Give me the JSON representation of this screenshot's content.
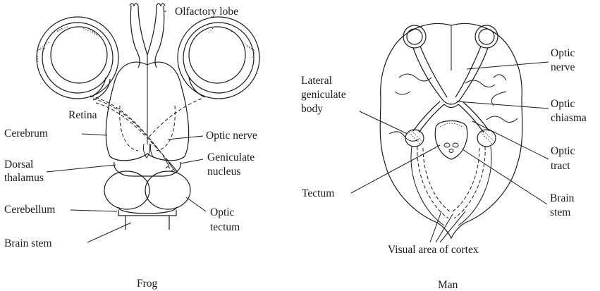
{
  "frog": {
    "caption": "Frog",
    "labels": {
      "olfactory_lobe": "Olfactory lobe",
      "retina": "Retina",
      "cerebrum": "Cerebrum",
      "optic_nerve": "Optic nerve",
      "dorsal_thalamus_1": "Dorsal",
      "dorsal_thalamus_2": "thalamus",
      "geniculate_1": "Geniculate",
      "geniculate_2": "nucleus",
      "cerebellum": "Cerebellum",
      "optic_tectum_1": "Optic",
      "optic_tectum_2": "tectum",
      "brain_stem": "Brain stem"
    }
  },
  "man": {
    "caption": "Man",
    "labels": {
      "lgb_1": "Lateral",
      "lgb_2": "geniculate",
      "lgb_3": "body",
      "optic_nerve_1": "Optic",
      "optic_nerve_2": "nerve",
      "optic_chiasma_1": "Optic",
      "optic_chiasma_2": "chiasma",
      "optic_tract_1": "Optic",
      "optic_tract_2": "tract",
      "tectum": "Tectum",
      "brain_stem_1": "Brain",
      "brain_stem_2": "stem",
      "visual_area": "Visual area of cortex"
    }
  }
}
